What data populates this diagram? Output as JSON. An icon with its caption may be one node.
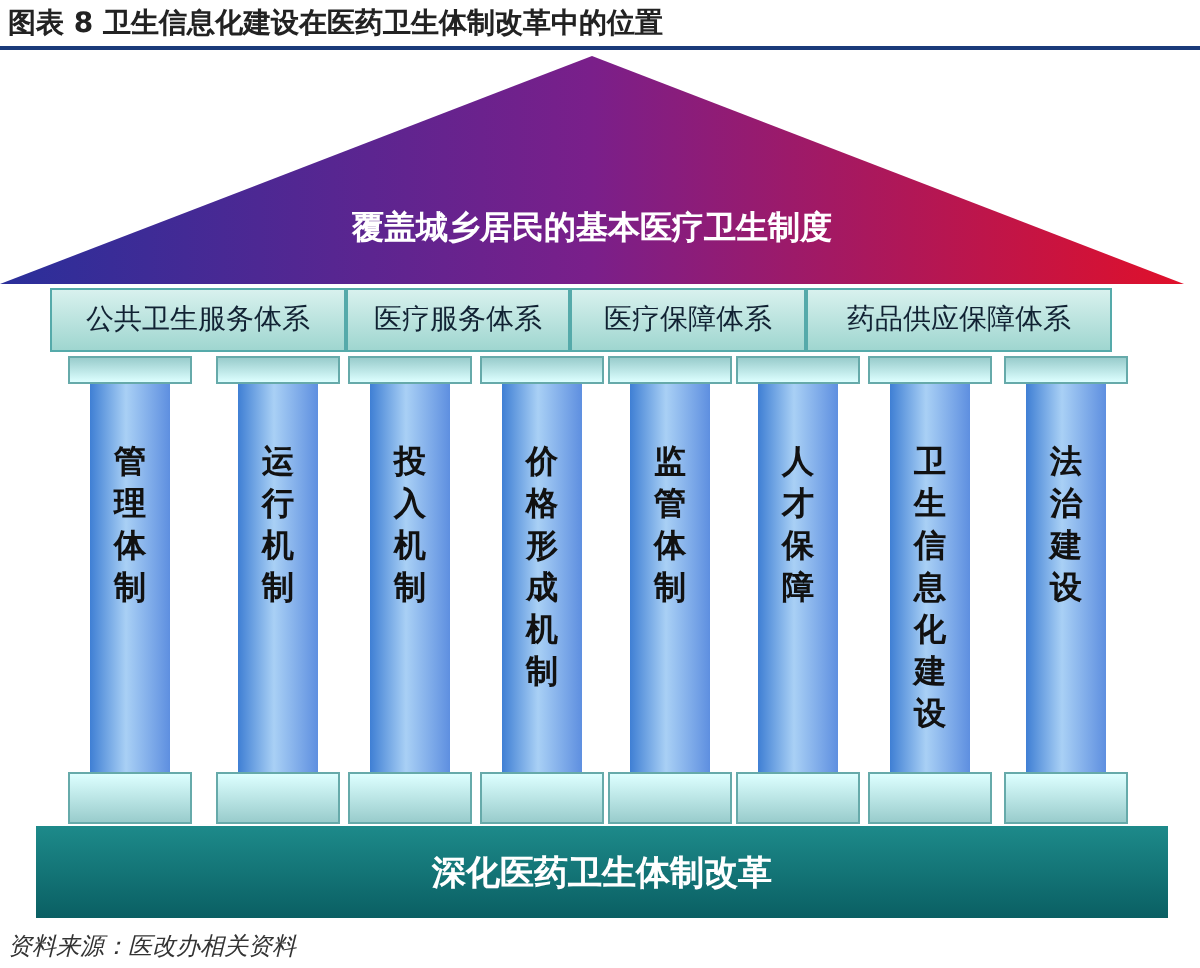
{
  "diagram": {
    "title": "图表 8 卫生信息化建设在医药卫生体制改革中的位置",
    "nodes": [
      {
        "text": [
          "覆盖城乡居民的基本医疗卫生制度"
        ]
      },
      {
        "text": [
          "公共卫生服务体系"
        ]
      },
      {
        "text": [
          "医疗服务体系"
        ]
      },
      {
        "text": [
          "医疗保障体系"
        ]
      },
      {
        "text": [
          "药品供应保障体系"
        ]
      },
      {
        "text": [
          "管理体制"
        ]
      },
      {
        "text": [
          "运行机制"
        ]
      },
      {
        "text": [
          "投入机制"
        ]
      },
      {
        "text": [
          "价格形成机制"
        ]
      },
      {
        "text": [
          "监管体制"
        ]
      },
      {
        "text": [
          "人才保障"
        ]
      },
      {
        "text": [
          "卫生信息化建设"
        ]
      },
      {
        "text": [
          "法治建设"
        ]
      },
      {
        "text": [
          "深化医药卫生体制改革"
        ]
      }
    ],
    "edges": [],
    "labels": [
      "资料来源：医改办相关资料"
    ]
  }
}
